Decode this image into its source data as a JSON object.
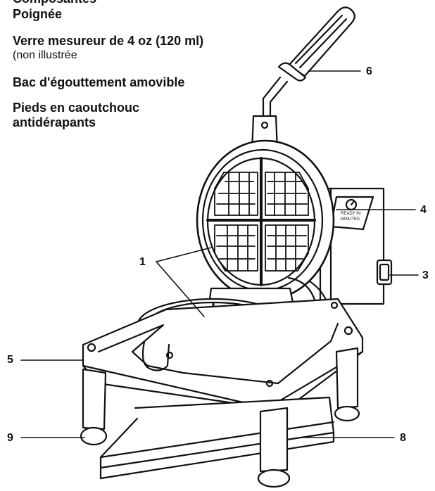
{
  "header_cut": "Composantes",
  "labels": [
    {
      "text": "Poignée"
    },
    {
      "text": "Verre mesureur de 4 oz (120 ml)",
      "note": "(non illustrée"
    },
    {
      "text": "Bac d'égouttement amovible"
    },
    {
      "text": "Pieds en caoutchouc",
      "text2": "antidérapants"
    }
  ],
  "dial_text": [
    "READY IN",
    "MINUTES"
  ],
  "callouts": {
    "c1": "1",
    "c3": "3",
    "c4": "4",
    "c5": "5",
    "c6": "6",
    "c8": "8",
    "c9": "9"
  }
}
